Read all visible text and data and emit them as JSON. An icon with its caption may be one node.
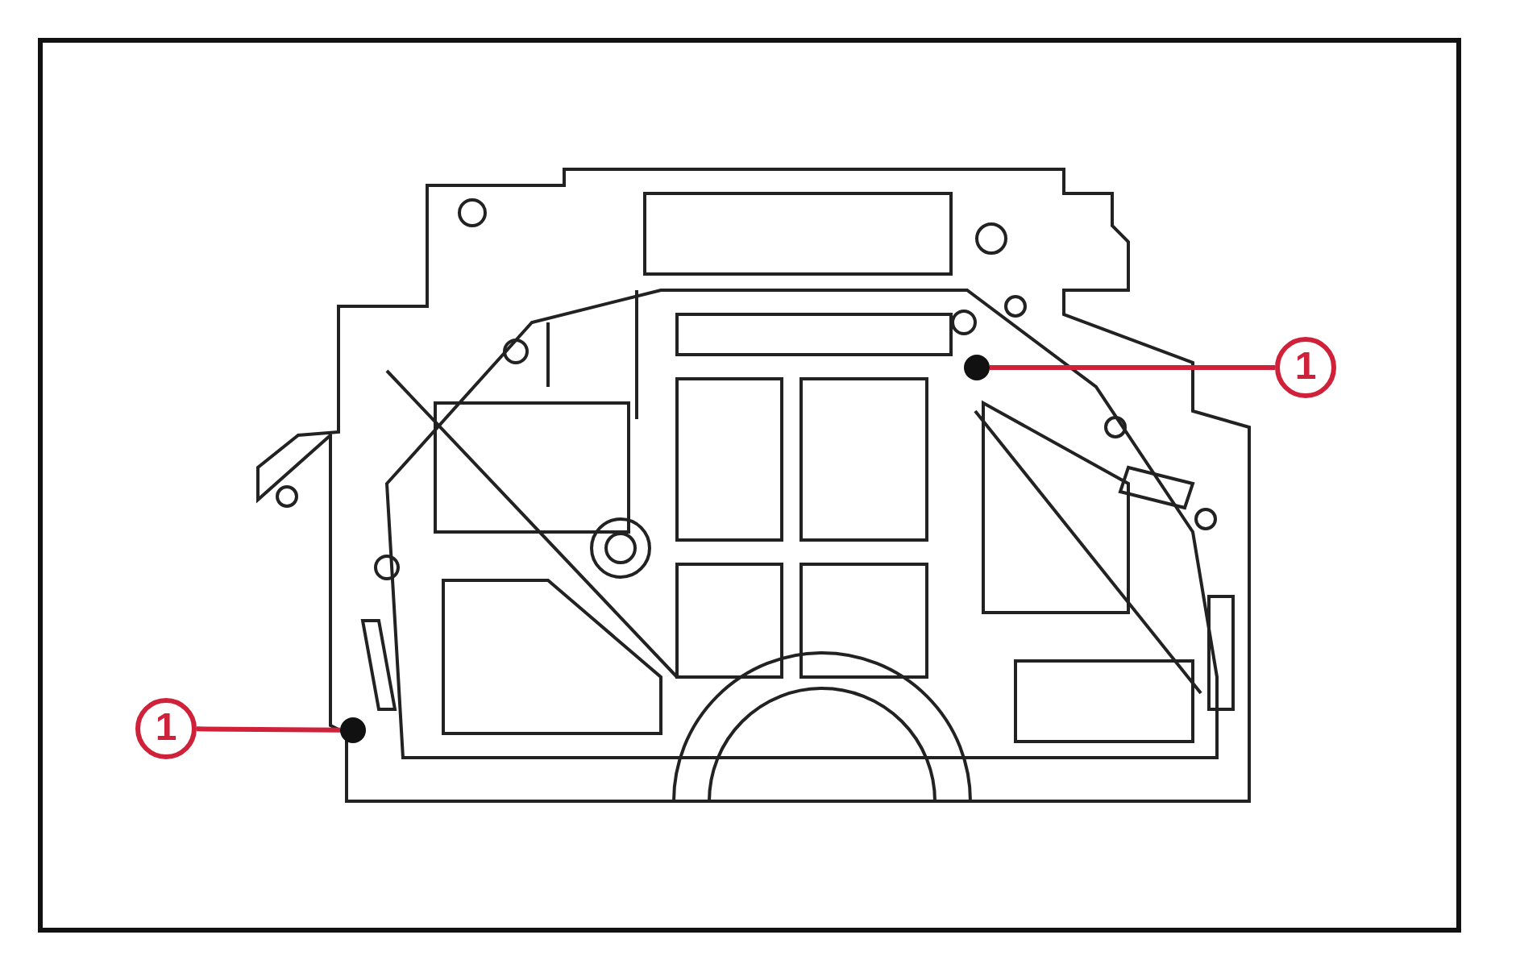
{
  "diagram": {
    "nodes": [
      {
        "text": [
          "1"
        ]
      },
      {
        "text": [],
        "shape": "circle"
      },
      {
        "text": [
          "1"
        ]
      },
      {
        "text": [],
        "shape": "circle"
      }
    ],
    "edges": [
      {
        "from": 0,
        "to": 1,
        "arrow": "none"
      },
      {
        "from": 2,
        "to": 3,
        "arrow": "none"
      }
    ]
  }
}
